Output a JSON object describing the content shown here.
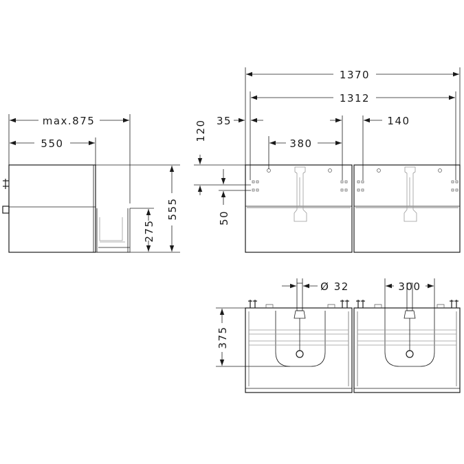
{
  "dimensions": {
    "side_max_depth": "max.875",
    "side_depth": "550",
    "side_height": "555",
    "side_drawer_height": "275",
    "front_total_width": "1370",
    "front_inner_width": "1312",
    "front_offset_left": "35",
    "front_hole_spacing": "380",
    "front_offset_right": "140",
    "front_top_offset": "120",
    "front_gap": "50",
    "top_pipe_diameter": "Ø 32",
    "top_siphon_width": "300",
    "top_depth": "375"
  }
}
